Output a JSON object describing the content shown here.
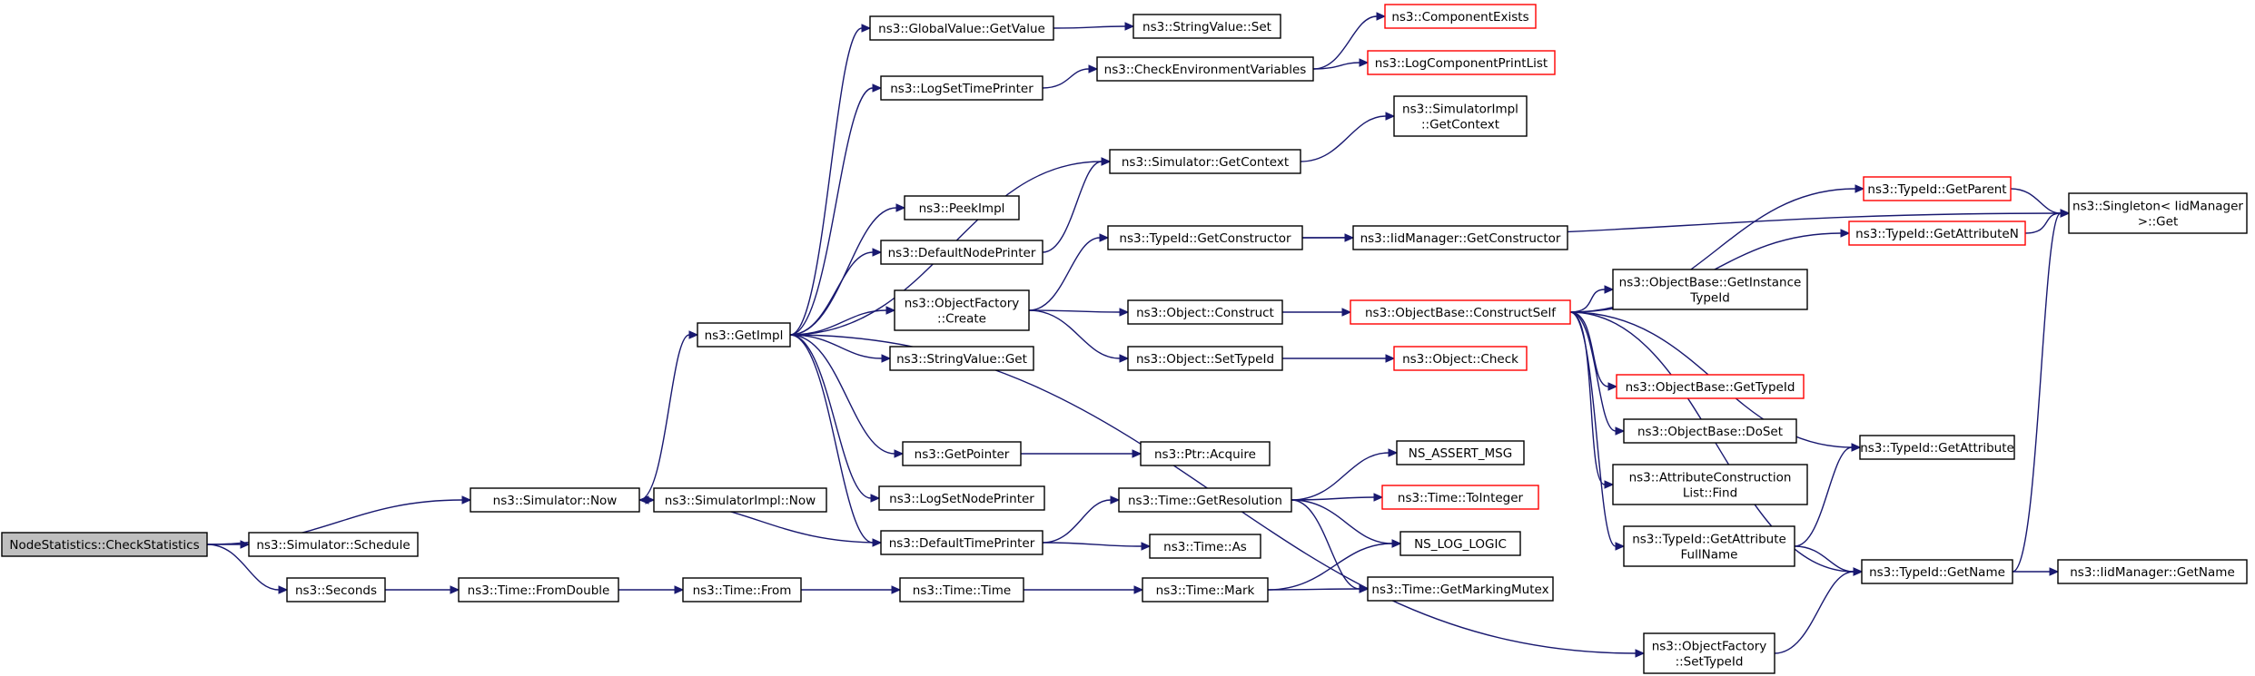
{
  "colors": {
    "edge": "#191970",
    "normal_border": "#000000",
    "truncated_border": "#ff0000",
    "root_fill": "#bfbfbf",
    "node_fill": "#ffffff"
  },
  "nodes": [
    {
      "id": "root",
      "lines": [
        "NodeStatistics::CheckStatistics"
      ],
      "style": "root"
    },
    {
      "id": "sim_now",
      "lines": [
        "ns3::Simulator::Now"
      ],
      "style": "normal"
    },
    {
      "id": "sim_schedule",
      "lines": [
        "ns3::Simulator::Schedule"
      ],
      "style": "normal"
    },
    {
      "id": "seconds",
      "lines": [
        "ns3::Seconds"
      ],
      "style": "normal"
    },
    {
      "id": "getimpl",
      "lines": [
        "ns3::GetImpl"
      ],
      "style": "normal"
    },
    {
      "id": "simimpl_now",
      "lines": [
        "ns3::SimulatorImpl::Now"
      ],
      "style": "normal"
    },
    {
      "id": "time_fromdouble",
      "lines": [
        "ns3::Time::FromDouble"
      ],
      "style": "normal"
    },
    {
      "id": "globalvalue_getvalue",
      "lines": [
        "ns3::GlobalValue::GetValue"
      ],
      "style": "normal"
    },
    {
      "id": "logsettimeprinter",
      "lines": [
        "ns3::LogSetTimePrinter"
      ],
      "style": "normal"
    },
    {
      "id": "peekimpl",
      "lines": [
        "ns3::PeekImpl"
      ],
      "style": "normal"
    },
    {
      "id": "defaultnodeprinter",
      "lines": [
        "ns3::DefaultNodePrinter"
      ],
      "style": "normal"
    },
    {
      "id": "objectfactory_create",
      "lines": [
        "ns3::ObjectFactory",
        "::Create"
      ],
      "style": "normal"
    },
    {
      "id": "stringvalue_get",
      "lines": [
        "ns3::StringValue::Get"
      ],
      "style": "normal"
    },
    {
      "id": "getpointer",
      "lines": [
        "ns3::GetPointer"
      ],
      "style": "normal"
    },
    {
      "id": "logsetnodeprinter",
      "lines": [
        "ns3::LogSetNodePrinter"
      ],
      "style": "normal"
    },
    {
      "id": "defaulttimeprinter",
      "lines": [
        "ns3::DefaultTimePrinter"
      ],
      "style": "normal"
    },
    {
      "id": "time_from",
      "lines": [
        "ns3::Time::From"
      ],
      "style": "normal"
    },
    {
      "id": "time_time",
      "lines": [
        "ns3::Time::Time"
      ],
      "style": "normal"
    },
    {
      "id": "stringvalue_set",
      "lines": [
        "ns3::StringValue::Set"
      ],
      "style": "normal"
    },
    {
      "id": "checkenv",
      "lines": [
        "ns3::CheckEnvironmentVariables"
      ],
      "style": "normal"
    },
    {
      "id": "sim_getcontext",
      "lines": [
        "ns3::Simulator::GetContext"
      ],
      "style": "normal"
    },
    {
      "id": "typeid_getconstructor",
      "lines": [
        "ns3::TypeId::GetConstructor"
      ],
      "style": "normal"
    },
    {
      "id": "object_construct",
      "lines": [
        "ns3::Object::Construct"
      ],
      "style": "normal"
    },
    {
      "id": "object_settypeid",
      "lines": [
        "ns3::Object::SetTypeId"
      ],
      "style": "normal"
    },
    {
      "id": "ptr_acquire",
      "lines": [
        "ns3::Ptr::Acquire"
      ],
      "style": "normal"
    },
    {
      "id": "time_getresolution",
      "lines": [
        "ns3::Time::GetResolution"
      ],
      "style": "normal"
    },
    {
      "id": "time_as",
      "lines": [
        "ns3::Time::As"
      ],
      "style": "normal"
    },
    {
      "id": "time_mark",
      "lines": [
        "ns3::Time::Mark"
      ],
      "style": "normal"
    },
    {
      "id": "componentexists",
      "lines": [
        "ns3::ComponentExists"
      ],
      "style": "truncated"
    },
    {
      "id": "logcomponentprintlist",
      "lines": [
        "ns3::LogComponentPrintList"
      ],
      "style": "truncated"
    },
    {
      "id": "simimpl_getcontext",
      "lines": [
        "ns3::SimulatorImpl",
        "::GetContext"
      ],
      "style": "normal"
    },
    {
      "id": "iidmanager_getconstructor",
      "lines": [
        "ns3::IidManager::GetConstructor"
      ],
      "style": "normal"
    },
    {
      "id": "objectbase_constructself",
      "lines": [
        "ns3::ObjectBase::ConstructSelf"
      ],
      "style": "truncated"
    },
    {
      "id": "object_check",
      "lines": [
        "ns3::Object::Check"
      ],
      "style": "truncated"
    },
    {
      "id": "ns_assert_msg",
      "lines": [
        "NS_ASSERT_MSG"
      ],
      "style": "normal"
    },
    {
      "id": "time_tointeger",
      "lines": [
        "ns3::Time::ToInteger"
      ],
      "style": "truncated"
    },
    {
      "id": "ns_log_logic",
      "lines": [
        "NS_LOG_LOGIC"
      ],
      "style": "normal"
    },
    {
      "id": "time_getmarkingmutex",
      "lines": [
        "ns3::Time::GetMarkingMutex"
      ],
      "style": "normal"
    },
    {
      "id": "objectbase_getinstancetypeid",
      "lines": [
        "ns3::ObjectBase::GetInstance",
        "TypeId"
      ],
      "style": "normal"
    },
    {
      "id": "objectbase_gettypeid",
      "lines": [
        "ns3::ObjectBase::GetTypeId"
      ],
      "style": "truncated"
    },
    {
      "id": "objectbase_doset",
      "lines": [
        "ns3::ObjectBase::DoSet"
      ],
      "style": "normal"
    },
    {
      "id": "attributeconstructionlist_find",
      "lines": [
        "ns3::AttributeConstruction",
        "List::Find"
      ],
      "style": "normal"
    },
    {
      "id": "typeid_getattributefullname",
      "lines": [
        "ns3::TypeId::GetAttribute",
        "FullName"
      ],
      "style": "normal"
    },
    {
      "id": "objectfactory_settypeid",
      "lines": [
        "ns3::ObjectFactory",
        "::SetTypeId"
      ],
      "style": "normal"
    },
    {
      "id": "typeid_getparent",
      "lines": [
        "ns3::TypeId::GetParent"
      ],
      "style": "truncated"
    },
    {
      "id": "typeid_getattributen",
      "lines": [
        "ns3::TypeId::GetAttributeN"
      ],
      "style": "truncated"
    },
    {
      "id": "typeid_getattribute",
      "lines": [
        "ns3::TypeId::GetAttribute"
      ],
      "style": "normal"
    },
    {
      "id": "typeid_getname",
      "lines": [
        "ns3::TypeId::GetName"
      ],
      "style": "normal"
    },
    {
      "id": "singleton_get",
      "lines": [
        "ns3::Singleton< IidManager",
        " >::Get"
      ],
      "style": "normal"
    },
    {
      "id": "iidmanager_getname",
      "lines": [
        "ns3::IidManager::GetName"
      ],
      "style": "normal"
    }
  ],
  "edges": [
    [
      "root",
      "sim_now"
    ],
    [
      "root",
      "sim_schedule"
    ],
    [
      "root",
      "seconds"
    ],
    [
      "sim_now",
      "getimpl"
    ],
    [
      "sim_now",
      "simimpl_now"
    ],
    [
      "seconds",
      "time_fromdouble"
    ],
    [
      "getimpl",
      "globalvalue_getvalue"
    ],
    [
      "getimpl",
      "logsettimeprinter"
    ],
    [
      "getimpl",
      "sim_getcontext"
    ],
    [
      "getimpl",
      "peekimpl"
    ],
    [
      "getimpl",
      "defaultnodeprinter"
    ],
    [
      "getimpl",
      "objectfactory_create"
    ],
    [
      "getimpl",
      "stringvalue_get"
    ],
    [
      "getimpl",
      "objectfactory_settypeid"
    ],
    [
      "getimpl",
      "getpointer"
    ],
    [
      "getimpl",
      "logsetnodeprinter"
    ],
    [
      "getimpl",
      "defaulttimeprinter"
    ],
    [
      "globalvalue_getvalue",
      "stringvalue_set"
    ],
    [
      "logsettimeprinter",
      "checkenv"
    ],
    [
      "checkenv",
      "componentexists"
    ],
    [
      "checkenv",
      "logcomponentprintlist"
    ],
    [
      "sim_getcontext",
      "simimpl_getcontext"
    ],
    [
      "defaultnodeprinter",
      "sim_getcontext"
    ],
    [
      "objectfactory_create",
      "typeid_getconstructor"
    ],
    [
      "objectfactory_create",
      "object_construct"
    ],
    [
      "objectfactory_create",
      "object_settypeid"
    ],
    [
      "typeid_getconstructor",
      "iidmanager_getconstructor"
    ],
    [
      "typeid_getconstructor",
      "singleton_get"
    ],
    [
      "object_construct",
      "objectbase_constructself"
    ],
    [
      "object_settypeid",
      "object_check"
    ],
    [
      "getpointer",
      "ptr_acquire"
    ],
    [
      "defaulttimeprinter",
      "sim_now"
    ],
    [
      "defaulttimeprinter",
      "time_getresolution"
    ],
    [
      "defaulttimeprinter",
      "time_as"
    ],
    [
      "time_getresolution",
      "ns_assert_msg"
    ],
    [
      "time_getresolution",
      "time_tointeger"
    ],
    [
      "time_getresolution",
      "ns_log_logic"
    ],
    [
      "time_getresolution",
      "time_getmarkingmutex"
    ],
    [
      "time_fromdouble",
      "time_from"
    ],
    [
      "time_from",
      "time_time"
    ],
    [
      "time_time",
      "time_mark"
    ],
    [
      "time_mark",
      "ns_log_logic"
    ],
    [
      "time_mark",
      "time_getmarkingmutex"
    ],
    [
      "objectbase_constructself",
      "typeid_getparent"
    ],
    [
      "objectbase_constructself",
      "typeid_getattributen"
    ],
    [
      "objectbase_constructself",
      "objectbase_getinstancetypeid"
    ],
    [
      "objectbase_constructself",
      "typeid_getattribute"
    ],
    [
      "objectbase_constructself",
      "objectbase_gettypeid"
    ],
    [
      "objectbase_constructself",
      "objectbase_doset"
    ],
    [
      "objectbase_constructself",
      "attributeconstructionlist_find"
    ],
    [
      "objectbase_constructself",
      "typeid_getattributefullname"
    ],
    [
      "objectbase_constructself",
      "typeid_getname"
    ],
    [
      "typeid_getparent",
      "singleton_get"
    ],
    [
      "typeid_getattributen",
      "singleton_get"
    ],
    [
      "typeid_getattributefullname",
      "typeid_getattribute"
    ],
    [
      "typeid_getattributefullname",
      "typeid_getname"
    ],
    [
      "objectfactory_settypeid",
      "typeid_getname"
    ],
    [
      "typeid_getname",
      "singleton_get"
    ],
    [
      "typeid_getname",
      "iidmanager_getname"
    ]
  ]
}
